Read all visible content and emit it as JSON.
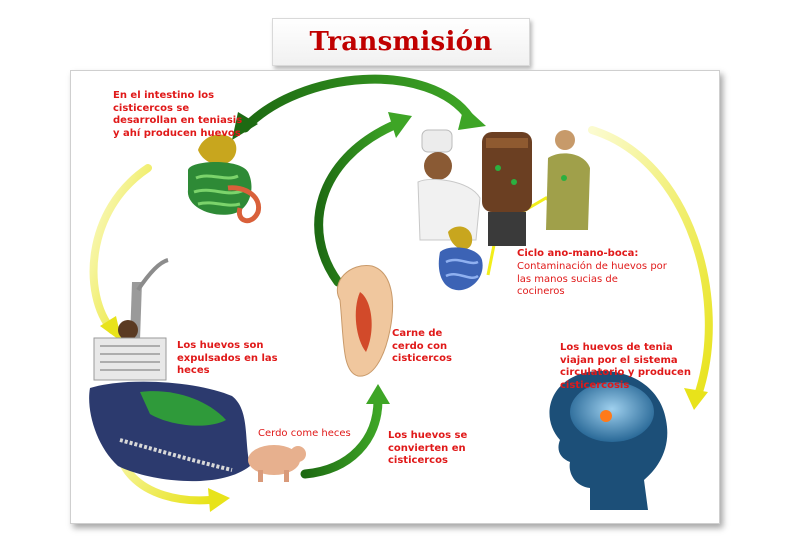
{
  "title": "Transmisión",
  "labels": {
    "intestine": "En el intestino los cisticercos se desarrollan en teniasis y ahí producen huevos",
    "ciclo_title": "Ciclo ano-mano-boca:",
    "ciclo_body": "Contaminación de huevos por las manos sucias de cocineros",
    "carne": "Carne de cerdo con cisticercos",
    "expulsados": "Los huevos son expulsados en las heces",
    "cerdo_come": "Cerdo come heces",
    "convierten": "Los huevos se convierten en cisticercos",
    "tenia": "Los huevos de tenia viajan por el sistema circulatorio y producen cisticercosis"
  },
  "colors": {
    "title_red": "#c00000",
    "label_red": "#e01919",
    "arrow_green": "#2f8a1e",
    "arrow_yellow": "#e8e31a"
  }
}
